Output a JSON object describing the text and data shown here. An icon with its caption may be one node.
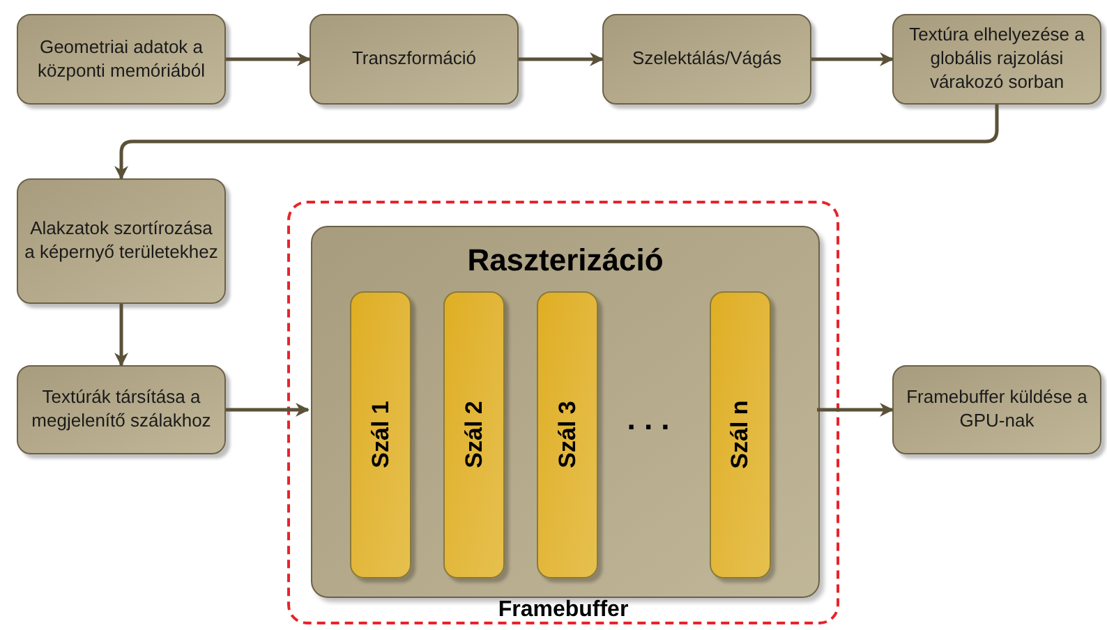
{
  "diagram": {
    "nodes": [
      {
        "text": [
          "Geometriai adatok a központi memóriából"
        ]
      },
      {
        "text": [
          "Transzformáció"
        ]
      },
      {
        "text": [
          "Szelektálás/Vágás"
        ]
      },
      {
        "text": [
          "Textúra elhelyezése a globális rajzolási várakozó sorban"
        ]
      },
      {
        "text": [
          "Alakzatok szortírozása a képernyő területekhez"
        ]
      },
      {
        "text": [
          "Textúrák társítása a megjelenítő szálakhoz"
        ]
      },
      {
        "text": [
          "Framebuffer"
        ]
      },
      {
        "text": [
          "Raszterizáció"
        ],
        "in": 6
      },
      {
        "text": [
          "Szál 1"
        ],
        "in": 7
      },
      {
        "text": [
          "Szál 2"
        ],
        "in": 7
      },
      {
        "text": [
          "Szál 3"
        ],
        "in": 7
      },
      {
        "text": [
          "Szál n"
        ],
        "in": 7
      },
      {
        "text": [
          "Framebuffer küldése a GPU-nak"
        ]
      }
    ],
    "edges": [
      {
        "from": 0,
        "to": 1,
        "arrow": "to"
      },
      {
        "from": 1,
        "to": 2,
        "arrow": "to"
      },
      {
        "from": 2,
        "to": 3,
        "arrow": "to"
      },
      {
        "from": 3,
        "to": 4,
        "arrow": "to"
      },
      {
        "from": 4,
        "to": 5,
        "arrow": "to"
      },
      {
        "from": 5,
        "to": 7,
        "arrow": "to"
      },
      {
        "from": 7,
        "to": 12,
        "arrow": "to"
      }
    ],
    "labels": [
      ". . ."
    ]
  }
}
